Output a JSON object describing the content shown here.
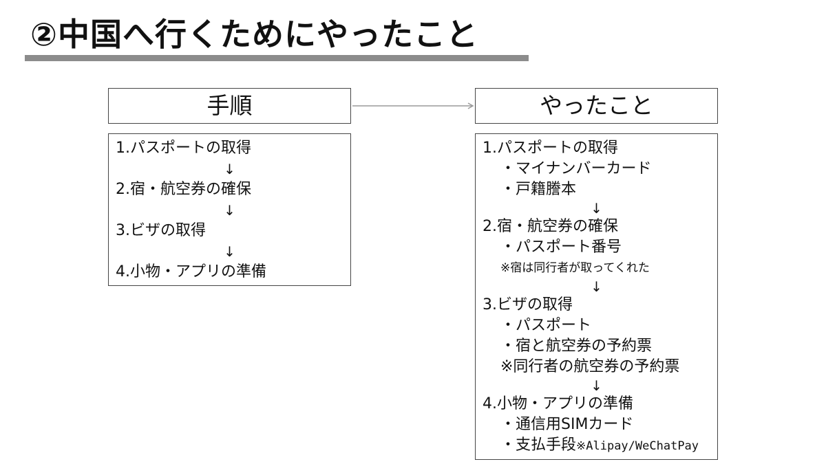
{
  "title": "②中国へ行くためにやったこと",
  "colors": {
    "title_rule": "#8c8c8c",
    "border": "#444444",
    "connector": "#9a9a9a"
  },
  "left": {
    "header": "手順",
    "steps": [
      "1.パスポートの取得",
      "↓",
      "2.宿・航空券の確保",
      "↓",
      "3.ビザの取得",
      "↓",
      "4.小物・アプリの準備"
    ]
  },
  "right": {
    "header": "やったこと",
    "lines": {
      "s1": "1.パスポートの取得",
      "s1a": "・マイナンバーカード",
      "s1b": "・戸籍謄本",
      "arrow1": "↓",
      "s2": "2.宿・航空券の確保",
      "s2a": "・パスポート番号",
      "s2note": "※宿は同行者が取ってくれた",
      "arrow2": "↓",
      "s3": "3.ビザの取得",
      "s3a": "・パスポート",
      "s3b": "・宿と航空券の予約票",
      "s3note": "※同行者の航空券の予約票",
      "arrow3": "↓",
      "s4": "4.小物・アプリの準備",
      "s4a": "・通信用SIMカード",
      "s4b_main": "・支払手段",
      "s4b_note": "※Alipay/WeChatPay"
    }
  }
}
